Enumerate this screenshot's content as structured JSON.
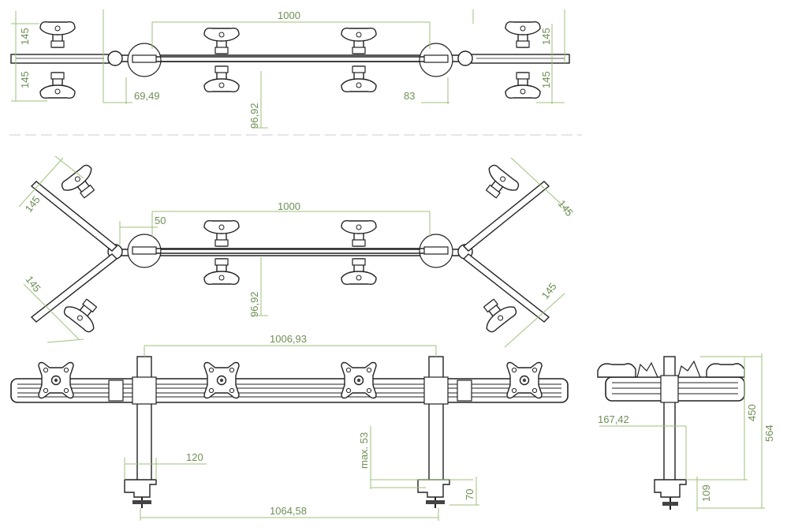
{
  "colors": {
    "outline": "#222222",
    "dimension": "#9ec27a",
    "dimension_text": "#6f8f55",
    "background": "#ffffff"
  },
  "top_view_straight": {
    "dim_height_top_left": "145",
    "dim_height_bottom_left": "145",
    "dim_height_top_right": "145",
    "dim_height_bottom_right": "145",
    "dim_span": "1000",
    "dim_joint_offset": "69,49",
    "dim_joint_right": "83",
    "dim_depth": "96,92"
  },
  "top_view_angled": {
    "dim_arm_upper_left": "145",
    "dim_arm_lower_left": "145",
    "dim_arm_upper_right": "145",
    "dim_arm_lower_right": "145",
    "dim_span": "1000",
    "dim_offset": "50",
    "dim_depth": "96,92"
  },
  "front_view": {
    "dim_post_spacing": "1006,93",
    "dim_clamp_width": "120",
    "dim_base_spacing": "1064,58",
    "dim_desk_max": "max. 53",
    "dim_clamp_depth": "70"
  },
  "side_view": {
    "dim_bar_offset": "167,42",
    "dim_height": "450",
    "dim_total_height": "564",
    "dim_clamp_height": "109"
  }
}
